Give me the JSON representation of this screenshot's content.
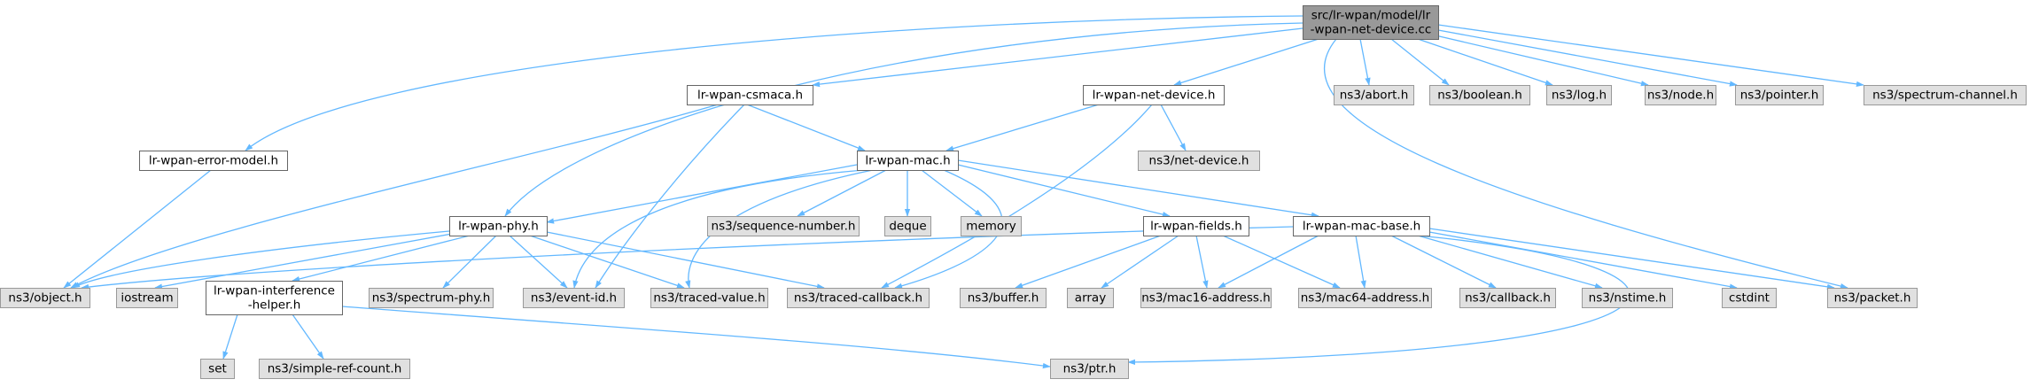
{
  "colors": {
    "edge": "#63b8ff",
    "root_fill": "#999999",
    "project_fill": "#ffffff",
    "external_fill": "#e0e0e0",
    "border_dark": "#666666",
    "border_external": "#999999",
    "text": "#000000"
  },
  "nodes": [
    {
      "id": "root",
      "kind": "root",
      "lines": [
        "src/lr-wpan/model/lr",
        "-wpan-net-device.cc"
      ]
    },
    {
      "id": "csmaca",
      "kind": "project",
      "lines": [
        "lr-wpan-csmaca.h"
      ]
    },
    {
      "id": "netdev",
      "kind": "project",
      "lines": [
        "lr-wpan-net-device.h"
      ]
    },
    {
      "id": "errmodel",
      "kind": "project",
      "lines": [
        "lr-wpan-error-model.h"
      ]
    },
    {
      "id": "mac",
      "kind": "project",
      "lines": [
        "lr-wpan-mac.h"
      ]
    },
    {
      "id": "phy",
      "kind": "project",
      "lines": [
        "lr-wpan-phy.h"
      ]
    },
    {
      "id": "fields",
      "kind": "project",
      "lines": [
        "lr-wpan-fields.h"
      ]
    },
    {
      "id": "macbase",
      "kind": "project",
      "lines": [
        "lr-wpan-mac-base.h"
      ]
    },
    {
      "id": "interf",
      "kind": "project",
      "lines": [
        "lr-wpan-interference",
        "-helper.h"
      ]
    },
    {
      "id": "abort",
      "kind": "external",
      "lines": [
        "ns3/abort.h"
      ]
    },
    {
      "id": "boolean",
      "kind": "external",
      "lines": [
        "ns3/boolean.h"
      ]
    },
    {
      "id": "log",
      "kind": "external",
      "lines": [
        "ns3/log.h"
      ]
    },
    {
      "id": "node",
      "kind": "external",
      "lines": [
        "ns3/node.h"
      ]
    },
    {
      "id": "pointer",
      "kind": "external",
      "lines": [
        "ns3/pointer.h"
      ]
    },
    {
      "id": "spectrumch",
      "kind": "external",
      "lines": [
        "ns3/spectrum-channel.h"
      ]
    },
    {
      "id": "netdevice",
      "kind": "external",
      "lines": [
        "ns3/net-device.h"
      ]
    },
    {
      "id": "seqnum",
      "kind": "external",
      "lines": [
        "ns3/sequence-number.h"
      ]
    },
    {
      "id": "deque",
      "kind": "external",
      "lines": [
        "deque"
      ]
    },
    {
      "id": "memory",
      "kind": "external",
      "lines": [
        "memory"
      ]
    },
    {
      "id": "object",
      "kind": "external",
      "lines": [
        "ns3/object.h"
      ]
    },
    {
      "id": "iostream",
      "kind": "external",
      "lines": [
        "iostream"
      ]
    },
    {
      "id": "spectrumphy",
      "kind": "external",
      "lines": [
        "ns3/spectrum-phy.h"
      ]
    },
    {
      "id": "eventid",
      "kind": "external",
      "lines": [
        "ns3/event-id.h"
      ]
    },
    {
      "id": "tracedvalue",
      "kind": "external",
      "lines": [
        "ns3/traced-value.h"
      ]
    },
    {
      "id": "tracedcb",
      "kind": "external",
      "lines": [
        "ns3/traced-callback.h"
      ]
    },
    {
      "id": "buffer",
      "kind": "external",
      "lines": [
        "ns3/buffer.h"
      ]
    },
    {
      "id": "array",
      "kind": "external",
      "lines": [
        "array"
      ]
    },
    {
      "id": "mac16",
      "kind": "external",
      "lines": [
        "ns3/mac16-address.h"
      ]
    },
    {
      "id": "mac64",
      "kind": "external",
      "lines": [
        "ns3/mac64-address.h"
      ]
    },
    {
      "id": "callback",
      "kind": "external",
      "lines": [
        "ns3/callback.h"
      ]
    },
    {
      "id": "nstime",
      "kind": "external",
      "lines": [
        "ns3/nstime.h"
      ]
    },
    {
      "id": "cstdint",
      "kind": "external",
      "lines": [
        "cstdint"
      ]
    },
    {
      "id": "packet",
      "kind": "external",
      "lines": [
        "ns3/packet.h"
      ]
    },
    {
      "id": "set",
      "kind": "external",
      "lines": [
        "set"
      ]
    },
    {
      "id": "simpleref",
      "kind": "external",
      "lines": [
        "ns3/simple-ref-count.h"
      ]
    },
    {
      "id": "ptr",
      "kind": "external",
      "lines": [
        "ns3/ptr.h"
      ]
    }
  ],
  "edges": [
    [
      "root",
      "csmaca"
    ],
    [
      "root",
      "netdev"
    ],
    [
      "root",
      "errmodel"
    ],
    [
      "root",
      "phy"
    ],
    [
      "root",
      "abort"
    ],
    [
      "root",
      "boolean"
    ],
    [
      "root",
      "log"
    ],
    [
      "root",
      "node"
    ],
    [
      "root",
      "pointer"
    ],
    [
      "root",
      "spectrumch"
    ],
    [
      "root",
      "packet"
    ],
    [
      "csmaca",
      "mac"
    ],
    [
      "csmaca",
      "object"
    ],
    [
      "csmaca",
      "eventid"
    ],
    [
      "netdev",
      "mac"
    ],
    [
      "netdev",
      "netdevice"
    ],
    [
      "netdev",
      "tracedcb"
    ],
    [
      "errmodel",
      "object"
    ],
    [
      "mac",
      "phy"
    ],
    [
      "mac",
      "seqnum"
    ],
    [
      "mac",
      "deque"
    ],
    [
      "mac",
      "memory"
    ],
    [
      "mac",
      "fields"
    ],
    [
      "mac",
      "macbase"
    ],
    [
      "mac",
      "eventid"
    ],
    [
      "mac",
      "tracedvalue"
    ],
    [
      "mac",
      "tracedcb"
    ],
    [
      "phy",
      "object"
    ],
    [
      "phy",
      "iostream"
    ],
    [
      "phy",
      "interf"
    ],
    [
      "phy",
      "spectrumphy"
    ],
    [
      "phy",
      "eventid"
    ],
    [
      "phy",
      "tracedvalue"
    ],
    [
      "phy",
      "tracedcb"
    ],
    [
      "fields",
      "buffer"
    ],
    [
      "fields",
      "array"
    ],
    [
      "fields",
      "mac16"
    ],
    [
      "fields",
      "mac64"
    ],
    [
      "macbase",
      "object"
    ],
    [
      "macbase",
      "mac16"
    ],
    [
      "macbase",
      "mac64"
    ],
    [
      "macbase",
      "callback"
    ],
    [
      "macbase",
      "nstime"
    ],
    [
      "macbase",
      "cstdint"
    ],
    [
      "macbase",
      "packet"
    ],
    [
      "macbase",
      "ptr"
    ],
    [
      "interf",
      "set"
    ],
    [
      "interf",
      "simpleref"
    ],
    [
      "interf",
      "ptr"
    ]
  ]
}
